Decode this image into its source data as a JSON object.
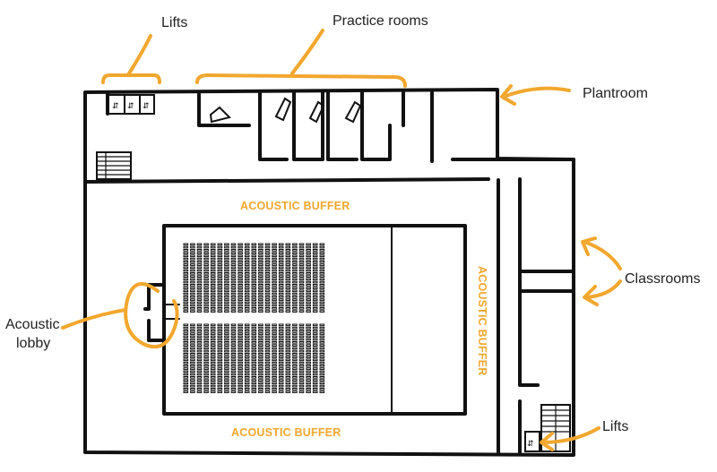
{
  "labels": {
    "lifts_top": "Lifts",
    "practice_rooms": "Practice rooms",
    "plantroom": "Plantroom",
    "classrooms": "Classrooms",
    "acoustic_lobby_line1": "Acoustic",
    "acoustic_lobby_line2": "lobby",
    "lifts_bottom": "Lifts",
    "acoustic_buffer": "ACOUSTIC BUFFER"
  },
  "colors": {
    "annotation": "#f2a72e",
    "walls": "#111111",
    "text": "#222222",
    "background": "#ffffff"
  },
  "icons": [
    "lift-symbol-icon",
    "piano-icon"
  ]
}
